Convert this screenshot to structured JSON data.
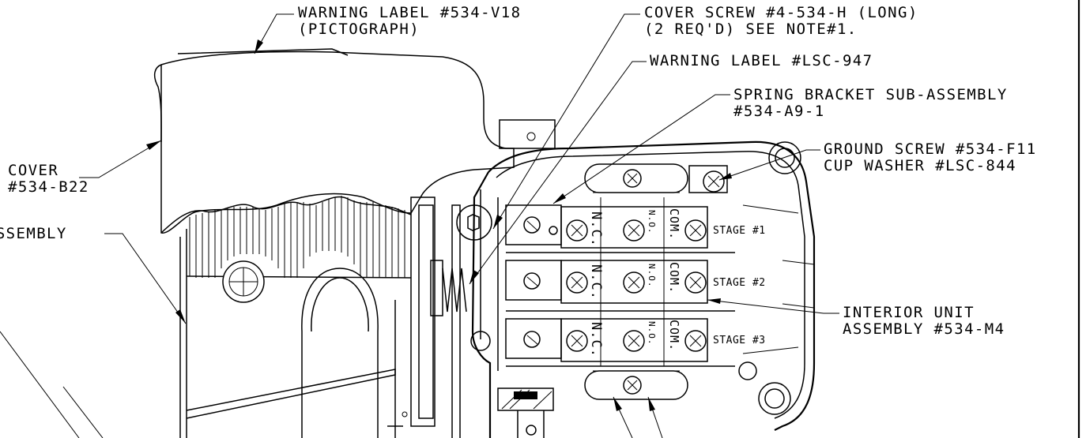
{
  "callouts": {
    "warning_label_pictograph": [
      "WARNING LABEL #534-V18",
      "(PICTOGRAPH)"
    ],
    "cover_screw_long": [
      "COVER SCREW #4-534-H (LONG)",
      "(2 REQ'D) SEE NOTE#1."
    ],
    "warning_label_lsc": [
      "WARNING LABEL #LSC-947"
    ],
    "spring_bracket": [
      "SPRING BRACKET SUB-ASSEMBLY",
      "#534-A9-1"
    ],
    "ground_screw": [
      "GROUND SCREW #534-F11",
      "CUP WASHER #LSC-844"
    ],
    "cover": [
      "COVER",
      "#534-B22"
    ],
    "assembly_left": [
      "ASSEMBLY"
    ],
    "interior_unit": [
      "INTERIOR UNIT",
      "ASSEMBLY #534-M4"
    ]
  },
  "terminal_labels": {
    "nc": "N.C.",
    "no": "N.O.",
    "com": "COM."
  },
  "stages": [
    "STAGE #1",
    "STAGE #2",
    "STAGE #3"
  ]
}
